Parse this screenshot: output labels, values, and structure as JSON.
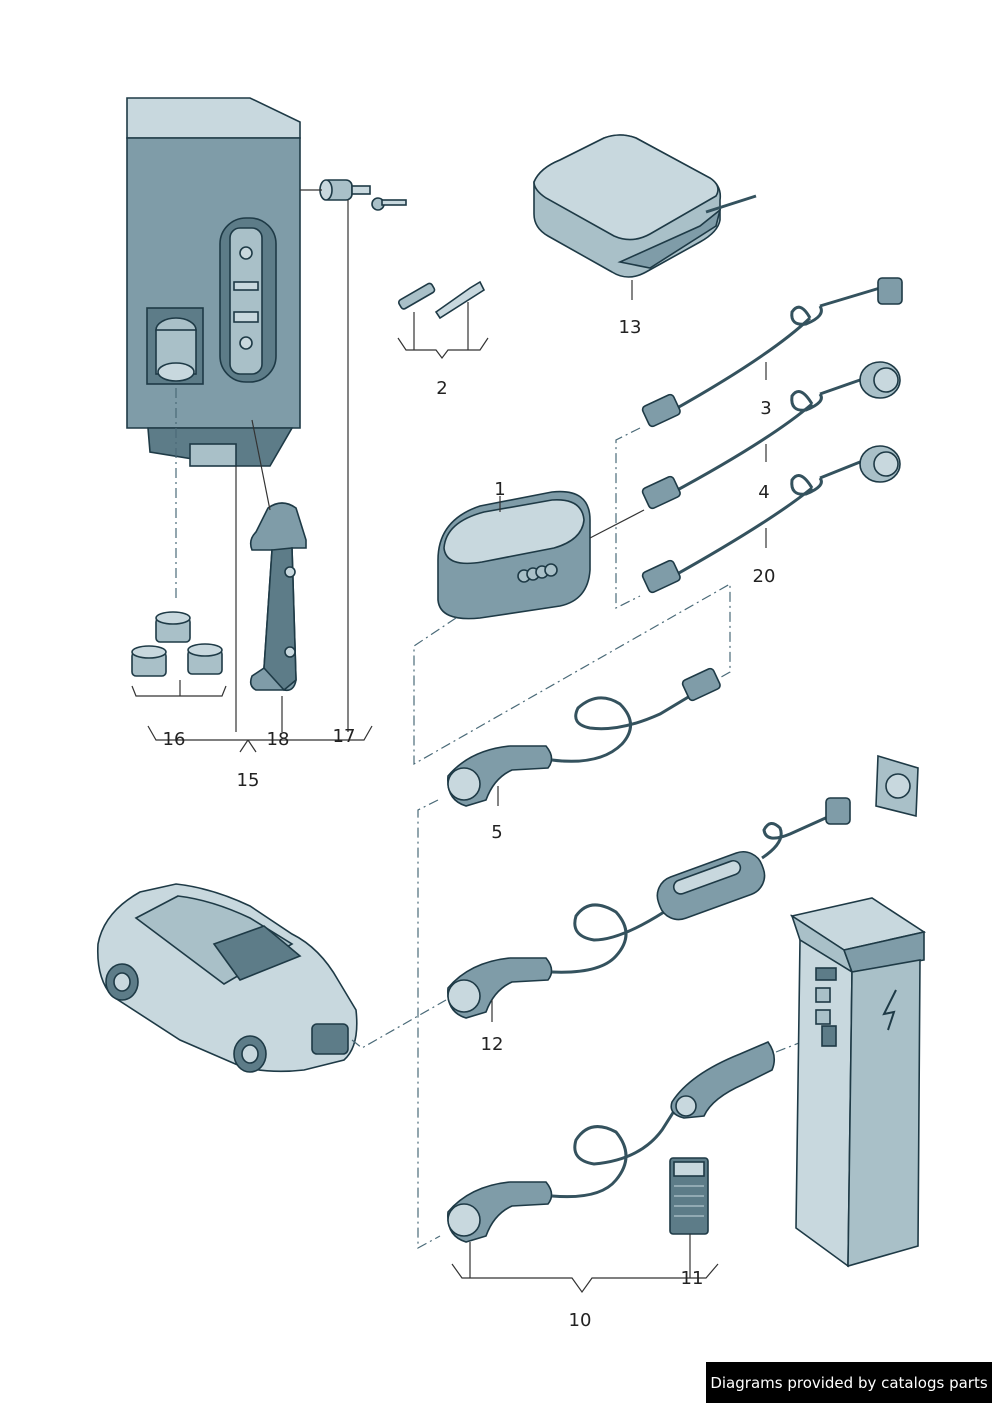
{
  "labels": {
    "p1": "1",
    "p2": "2",
    "p3": "3",
    "p4": "4",
    "p5": "5",
    "p10": "10",
    "p11": "11",
    "p12": "12",
    "p13": "13",
    "p15": "15",
    "p16": "16",
    "p17": "17",
    "p18": "18",
    "p20": "20"
  },
  "footer": {
    "text": "Diagrams provided by catalogs parts"
  },
  "colors": {
    "part_fill": "#7f9ca8",
    "part_light": "#c8d8de",
    "outline": "#1e3a46",
    "footer_bg": "#000000"
  }
}
